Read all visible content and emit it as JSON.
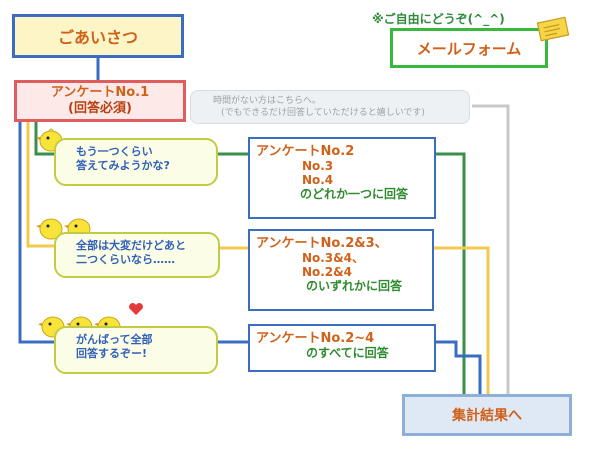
{
  "greeting": {
    "label": "ごあいさつ"
  },
  "mail": {
    "note": "※ご自由にどうぞ(^_^)",
    "label": "メールフォーム"
  },
  "survey1": {
    "title": "アンケートNo.1",
    "required": "(回答必須)"
  },
  "quick_note": {
    "line1": "時間がない方はこちらへ。",
    "line2": "(でもできるだけ回答していただけると嬉しいです)"
  },
  "options": [
    {
      "bubble": [
        "もう一つくらい",
        "答えてみようかな?"
      ],
      "answer_lines": [
        "アンケートNo.2",
        "           No.3",
        "           No.4"
      ],
      "answer_tail": "のどれか一つに回答"
    },
    {
      "bubble": [
        "全部は大変だけどあと",
        "二つくらいなら……"
      ],
      "answer_lines": [
        "アンケートNo.2&3、",
        "           No.3&4、",
        "           No.2&4"
      ],
      "answer_tail": "のいずれかに回答"
    },
    {
      "bubble": [
        "がんばって全部",
        "回答するぞー!"
      ],
      "answer_lines": [
        "アンケートNo.2~4"
      ],
      "answer_tail": "のすべてに回答"
    }
  ],
  "results": {
    "label": "集計結果へ"
  },
  "colors": {
    "green_line": "#3a8f4a",
    "yellow_line": "#f2c94c",
    "blue_line": "#3a6cc2",
    "gray_line": "#c8c8c8",
    "accent_orange": "#d0611b"
  }
}
